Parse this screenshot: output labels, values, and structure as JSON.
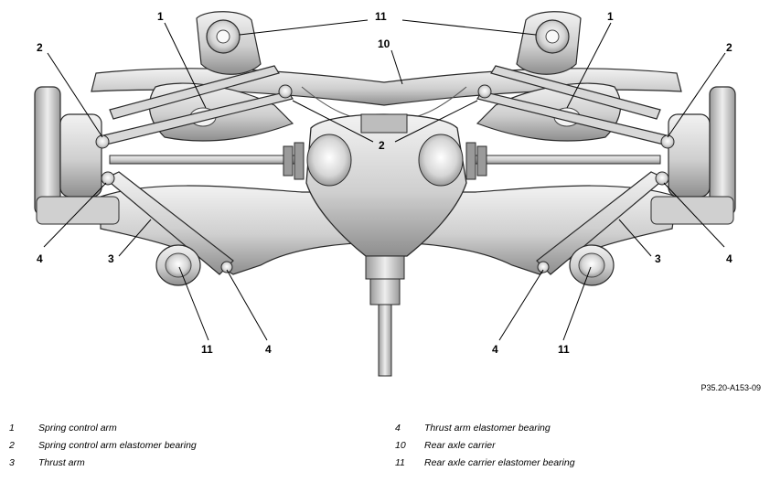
{
  "figure_ref": "P35.20-A153-09",
  "callouts": {
    "c1_left": "1",
    "c1_right": "1",
    "c2_left": "2",
    "c2_center": "2",
    "c2_right": "2",
    "c3_left": "3",
    "c3_right": "3",
    "c4_left": "4",
    "c4_right": "4",
    "c4_bot_left": "4",
    "c4_bot_right": "4",
    "c10": "10",
    "c11_top": "11",
    "c11_bot_left": "11",
    "c11_bot_right": "11"
  },
  "legend": {
    "left": [
      {
        "num": "1",
        "text": "Spring control arm"
      },
      {
        "num": "2",
        "text": "Spring control arm elastomer bearing"
      },
      {
        "num": "3",
        "text": "Thrust arm"
      }
    ],
    "right": [
      {
        "num": "4",
        "text": "Thrust arm elastomer bearing"
      },
      {
        "num": "10",
        "text": "Rear axle carrier"
      },
      {
        "num": "11",
        "text": "Rear axle carrier elastomer bearing"
      }
    ]
  },
  "colors": {
    "metal_light": "#e6e6e6",
    "metal_mid": "#bdbdbd",
    "metal_dark": "#6e6e6e",
    "outline": "#2a2a2a"
  }
}
